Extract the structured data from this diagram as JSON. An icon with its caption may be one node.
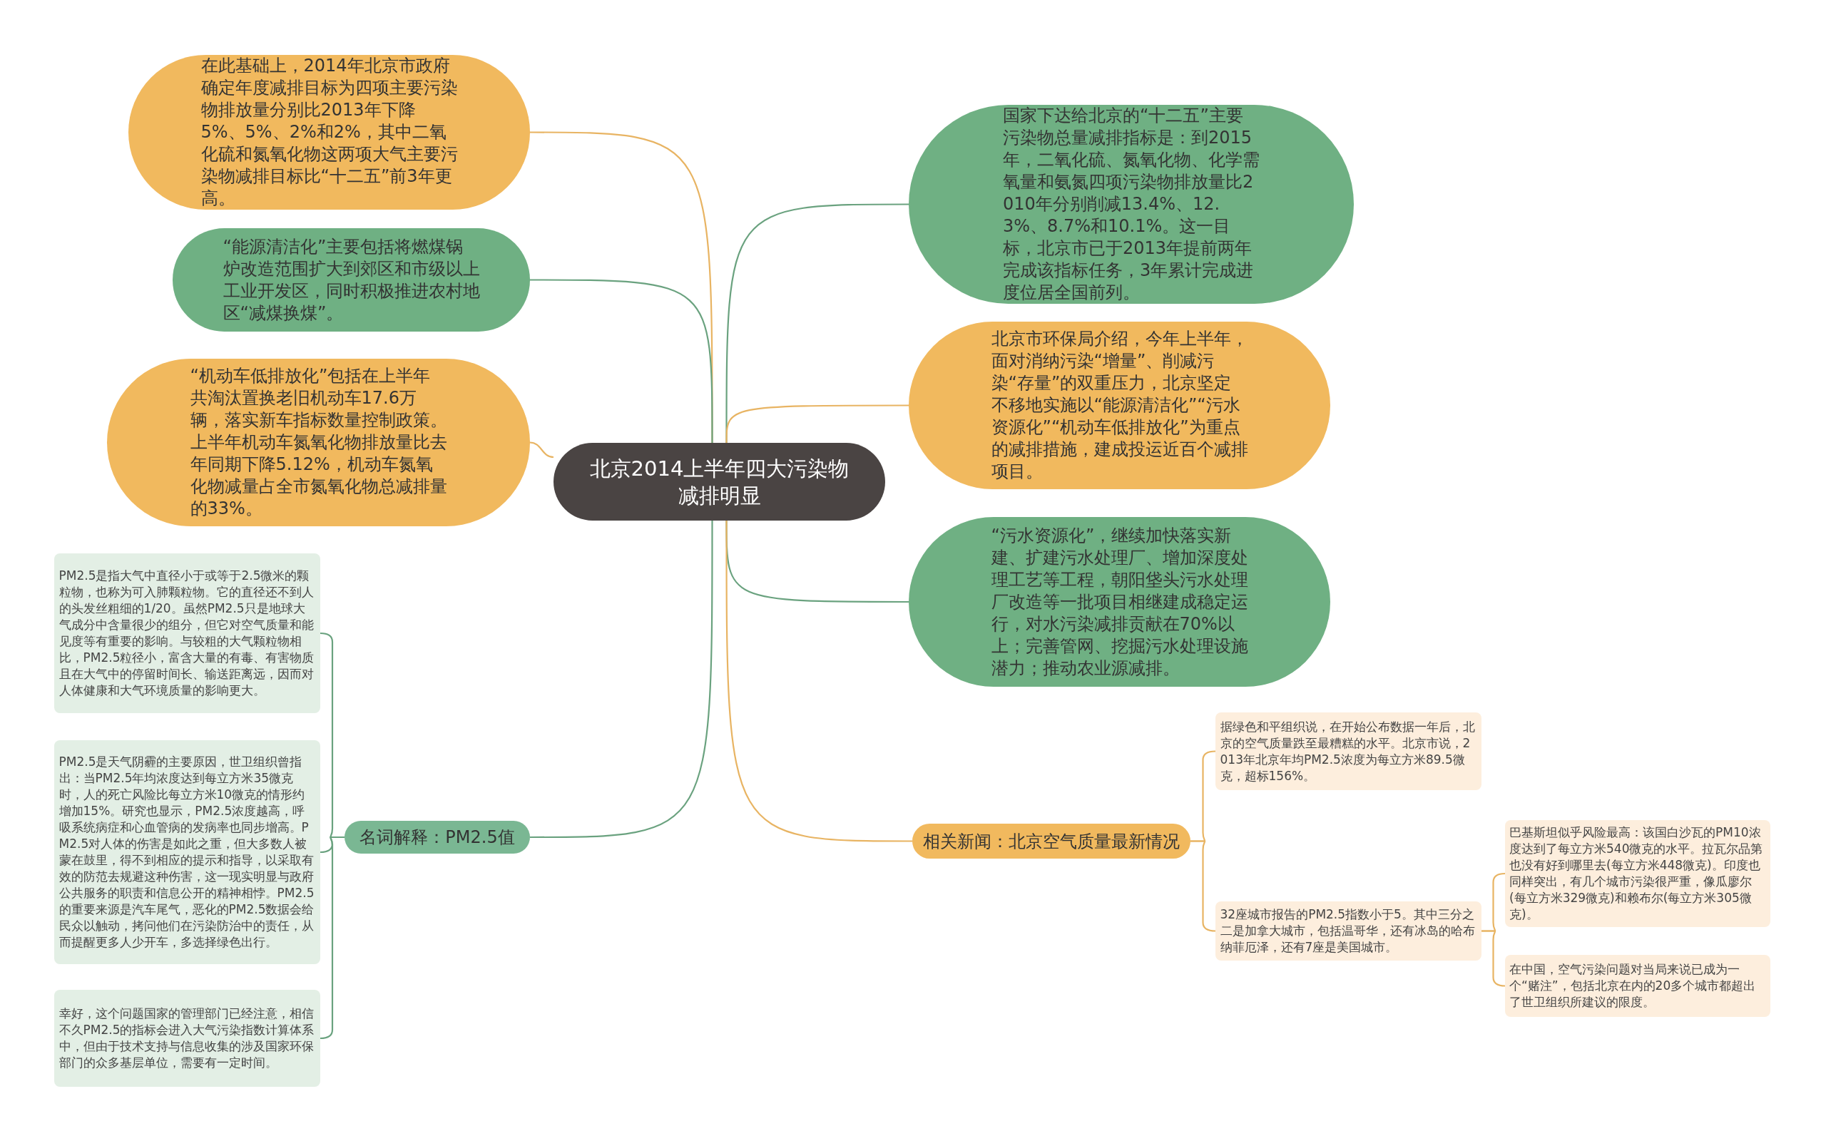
{
  "diagram": {
    "nodes": [
      {
        "text": [
          "北京2014上半年四大污染物减排明显"
        ]
      },
      {
        "text": [
          "在此基础上，2014年北京市政府确定年度减排目标为四项主要污染物排放量分别比2013年下降5%、5%、2%和2%，其中二氧化硫和氮氧化物这两项大气主要污染物减排目标比“十二五”前3年更高。"
        ]
      },
      {
        "text": [
          "“能源清洁化”主要包括将燃煤锅炉改造范围扩大到郊区和市级以上工业开发区，同时积极推进农村地区“减煤换煤”。"
        ]
      },
      {
        "text": [
          "“机动车低排放化”包括在上半年共淘汰置换老旧机动车17.6万辆，落实新车指标数量控制政策。上半年机动车氮氧化物排放量比去年同期下降5.12%，机动车氮氧化物减量占全市氮氧化物总减排量的33%。"
        ]
      },
      {
        "text": [
          "国家下达给北京的“十二五”主要污染物总量减排指标是：到2015年，二氧化硫、氮氧化物、化学需氧量和氨氮四项污染物排放量比2010年分别削减13.4%、12.3%、8.7%和10.1%。这一目标，北京市已于2013年提前两年完成该指标任务，3年累计完成进度位居全国前列。"
        ]
      },
      {
        "text": [
          "北京市环保局介绍，今年上半年，面对消纳污染“增量”、削减污染“存量”的双重压力，北京坚定不移地实施以“能源清洁化”“污水资源化”“机动车低排放化”为重点的减排措施，建成投运近百个减排项目。"
        ]
      },
      {
        "text": [
          "“污水资源化”，继续加快落实新建、扩建污水处理厂、增加深度处理工艺等工程，朝阳垡头污水处理厂改造等一批项目相继建成稳定运行，对水污染减排贡献在70%以上；完善管网、挖掘污水处理设施潜力；推动农业源减排。"
        ]
      },
      {
        "text": [
          "名词解释：PM2.5值"
        ]
      },
      {
        "text": [
          "相关新闻：北京空气质量最新情况"
        ]
      },
      {
        "text": [
          "PM2.5是指大气中直径小于或等于2.5微米的颗粒物，也称为可入肺颗粒物。它的直径还不到人的头发丝粗细的1/20。虽然PM2.5只是地球大气成分中含量很少的组分，但它对空气质量和能见度等有重要的影响。与较粗的大气颗粒物相比，PM2.5粒径小，富含大量的有毒、有害物质且在大气中的停留时间长、输送距离远，因而对人体健康和大气环境质量的影响更大。"
        ]
      },
      {
        "text": [
          "PM2.5是天气阴霾的主要原因，世卫组织曾指出：当PM2.5年均浓度达到每立方米35微克时，人的死亡风险比每立方米10微克的情形约增加15%。研究也显示，PM2.5浓度越高，呼吸系统病症和心血管病的发病率也同步增高。PM2.5对人体的伤害是如此之重，但大多数人被蒙在鼓里，得不到相应的提示和指导，以采取有效的防范去规避这种伤害，这一现实明显与政府公共服务的职责和信息公开的精神相悖。PM2.5的重要来源是汽车尾气，恶化的PM2.5数据会给民众以触动，拷问他们在污染防治中的责任，从而提醒更多人少开车，多选择绿色出行。"
        ]
      },
      {
        "text": [
          "幸好，这个问题国家的管理部门已经注意，相信不久PM2.5的指标会进入大气污染指数计算体系中，但由于技术支持与信息收集的涉及国家环保部门的众多基层单位，需要有一定时间。"
        ]
      },
      {
        "text": [
          "据绿色和平组织说，在开始公布数据一年后，北京的空气质量跌至最糟糕的水平。北京市说，2013年北京年均PM2.5浓度为每立方米89.5微克，超标156%。"
        ]
      },
      {
        "text": [
          "32座城市报告的PM2.5指数小于5。其中三分之二是加拿大城市，包括温哥华，还有冰岛的哈布纳菲厄泽，还有7座是美国城市。"
        ]
      },
      {
        "text": [
          "巴基斯坦似乎风险最高：该国白沙瓦的PM10浓度达到了每立方米540微克的水平。拉瓦尔品第也没有好到哪里去(每立方米448微克)。印度也同样突出，有几个城市污染很严重，像瓜廖尔(每立方米329微克)和赖布尔(每立方米305微克)。"
        ]
      },
      {
        "text": [
          "在中国，空气污染问题对当局来说已成为一个“赌注”，包括北京在内的20多个城市都超出了世卫组织所建议的限度。"
        ]
      }
    ],
    "edges": [
      {
        "from": 0,
        "to": 1,
        "arrow": "none"
      },
      {
        "from": 0,
        "to": 2,
        "arrow": "none",
        "color": "#6aa27f"
      },
      {
        "from": 0,
        "to": 3,
        "arrow": "none"
      },
      {
        "from": 0,
        "to": 4,
        "arrow": "none",
        "color": "#6aa27f"
      },
      {
        "from": 0,
        "to": 5,
        "arrow": "none"
      },
      {
        "from": 0,
        "to": 6,
        "arrow": "none",
        "color": "#6aa27f"
      },
      {
        "from": 0,
        "to": 7,
        "arrow": "none",
        "color": "#6aa27f"
      },
      {
        "from": 0,
        "to": 8,
        "arrow": "none"
      },
      {
        "from": 7,
        "to": 9,
        "arrow": "none",
        "color": "#6aa27f"
      },
      {
        "from": 7,
        "to": 10,
        "arrow": "none",
        "color": "#6aa27f"
      },
      {
        "from": 7,
        "to": 11,
        "arrow": "none",
        "color": "#6aa27f"
      },
      {
        "from": 8,
        "to": 12,
        "arrow": "none"
      },
      {
        "from": 8,
        "to": 13,
        "arrow": "none"
      },
      {
        "from": 13,
        "to": 14,
        "arrow": "none"
      },
      {
        "from": 13,
        "to": 15,
        "arrow": "none"
      }
    ]
  }
}
